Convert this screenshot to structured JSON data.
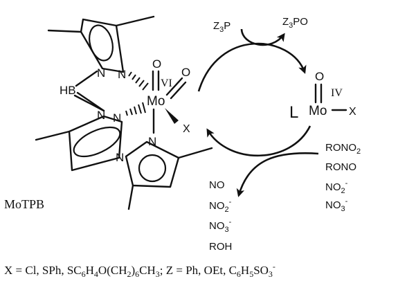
{
  "complex": {
    "name": "MoTPB",
    "metal": "Mo",
    "oxidation": "VI",
    "boron": "HB",
    "oxo_atom": "O",
    "nitrogen_atom": "N",
    "ligand_x": "X"
  },
  "product": {
    "ligand": "L",
    "metal": "Mo",
    "oxidation": "IV",
    "oxo_atom": "O",
    "ligand_x": "X"
  },
  "reagents_top": {
    "in": {
      "base": "Z",
      "sub": "3",
      "rest": "P"
    },
    "out": {
      "base": "Z",
      "sub": "3",
      "rest": "PO"
    }
  },
  "substrates": [
    "RONO2",
    "RONO",
    "NO2-",
    "NO3-"
  ],
  "products_list": [
    "NO",
    "NO2-",
    "NO3-",
    "ROH"
  ],
  "footnote": "X = Cl, SPh, SC6H4O(CH2)6CH3; Z = Ph, OEt, C6H5SO3-"
}
